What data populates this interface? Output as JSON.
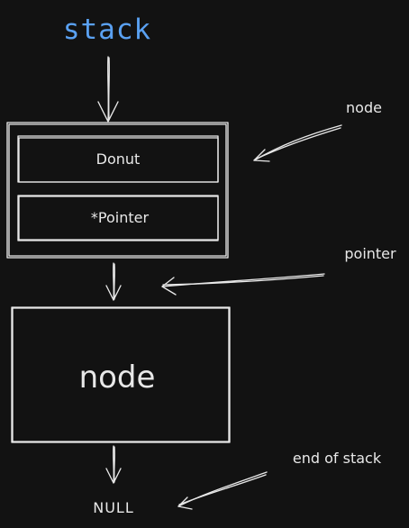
{
  "diagram": {
    "title": "stack",
    "title_color": "#5aa1f2",
    "stroke_color": "#e8e8e8",
    "background": "#121212",
    "node_fields": {
      "value": "Donut",
      "pointer": "*Pointer"
    },
    "next_node_label": "node",
    "null_label": "NULL",
    "annotations": {
      "node": "node",
      "pointer": "pointer",
      "end_of_stack": "end of stack"
    }
  }
}
